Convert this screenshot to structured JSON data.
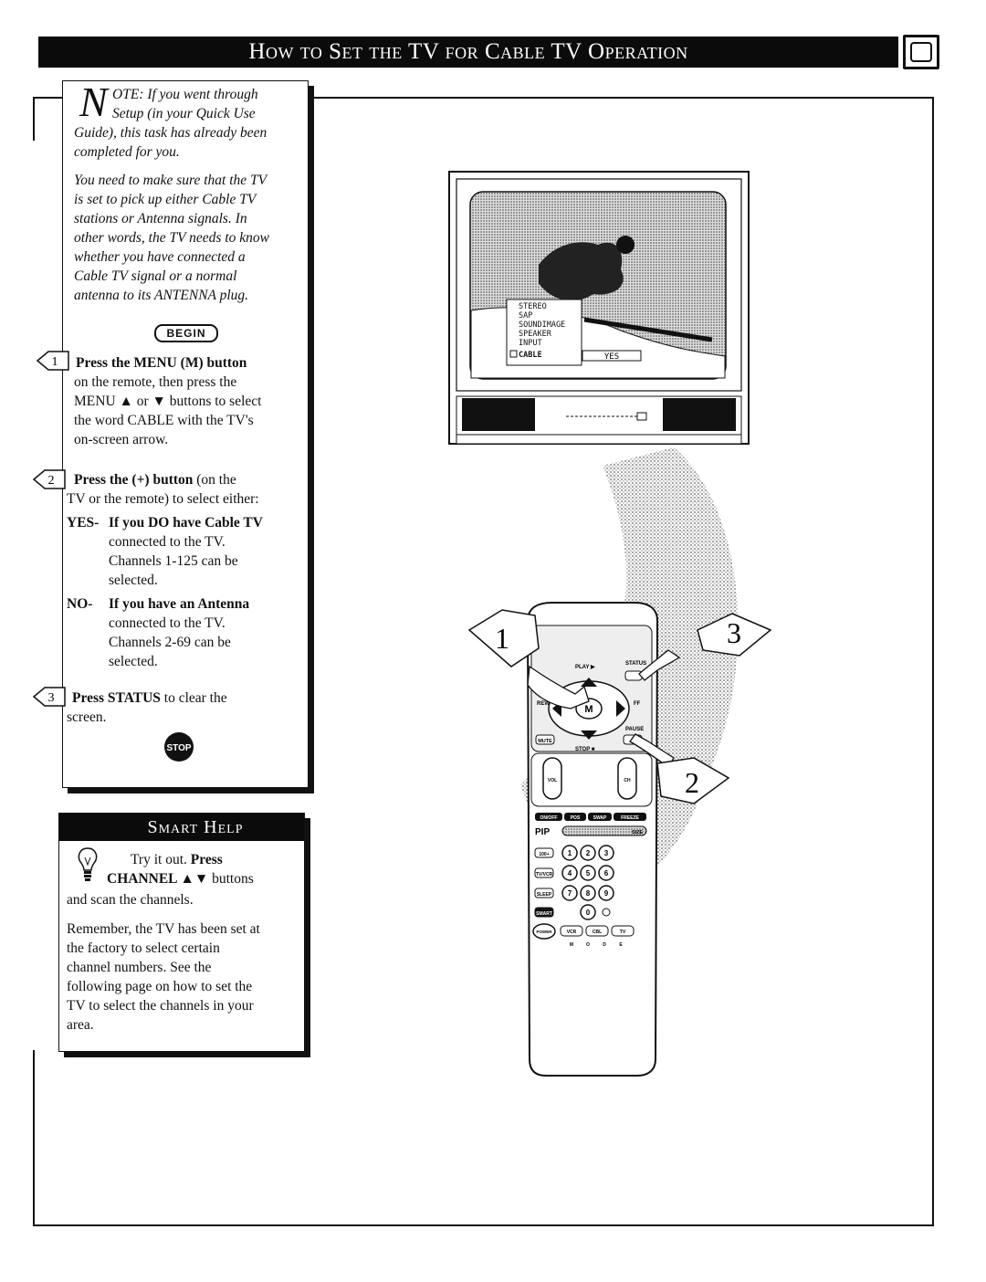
{
  "title": "How to Set the TV for Cable TV Operation",
  "note": {
    "initial": "N",
    "lines": [
      "OTE: If you went through",
      "Setup (in your Quick Use",
      "Guide), this task has already been",
      "completed for you."
    ],
    "para2": [
      "You need to make sure that the TV",
      "is set to pick up either Cable TV",
      "stations or Antenna signals. In",
      "other words, the TV needs to know",
      "whether you have connected a",
      "Cable TV signal or a normal",
      "antenna to its ANTENNA plug."
    ]
  },
  "begin_label": "BEGIN",
  "step1": {
    "number": "1",
    "bold": "Press the MENU (M) button",
    "lines": [
      "on the remote, then press the",
      "MENU ▲ or ▼ buttons  to select",
      "the word CABLE with the TV's",
      "on-screen arrow."
    ]
  },
  "step2": {
    "number": "2",
    "bold": "Press the  (+)  button",
    "rest": " (on the",
    "line2": "TV or the remote) to select either:",
    "yes_label": "YES-",
    "yes_bold": "If you DO have Cable TV",
    "yes_lines": [
      "connected to the TV.",
      "Channels 1-125 can be",
      "selected."
    ],
    "no_label": "NO-",
    "no_bold": "If you have an Antenna",
    "no_lines": [
      "connected to the TV.",
      "Channels 2-69 can be",
      "selected."
    ]
  },
  "step3": {
    "number": "3",
    "bold": "Press STATUS",
    "rest": " to clear the",
    "line2": "screen."
  },
  "stop_label": "STOP",
  "smart_help": {
    "heading": "Smart Help",
    "line1a": "Try it out.",
    "line1b": "Press",
    "line2a": "CHANNEL ▲▼",
    "line2b": " buttons",
    "line3": "and scan the channels.",
    "para2": [
      "Remember, the TV has been set at",
      "the factory to select certain",
      "channel numbers. See the",
      "following page on how to set the",
      "TV to select the channels in your",
      "area."
    ]
  },
  "tv_menu": {
    "items": [
      "STEREO",
      "SAP",
      "SOUNDIMAGE",
      "SPEAKER",
      "INPUT",
      "CABLE"
    ],
    "value": "YES"
  },
  "remote": {
    "play": "PLAY ▶",
    "status": "STATUS",
    "rew": "REW",
    "ff": "FF",
    "menu": "M",
    "mute": "MUTE",
    "stop": "STOP ■",
    "pause": "PAUSE",
    "vol": "VOL",
    "ch": "CH",
    "pip_buttons": [
      "ON/OFF",
      "POS",
      "SWAP",
      "FREEZE"
    ],
    "pip": "PIP",
    "size": "SIZE",
    "left_buttons": [
      "100+",
      "TV/VCR",
      "SLEEP",
      "SMART"
    ],
    "digits": [
      "1",
      "2",
      "3",
      "4",
      "5",
      "6",
      "7",
      "8",
      "9",
      "0"
    ],
    "power": "POWER",
    "mode_buttons": [
      "VCR",
      "CBL",
      "TV"
    ],
    "mode_letters": [
      "M",
      "O",
      "D",
      "E"
    ]
  },
  "callouts": [
    "1",
    "2",
    "3"
  ]
}
